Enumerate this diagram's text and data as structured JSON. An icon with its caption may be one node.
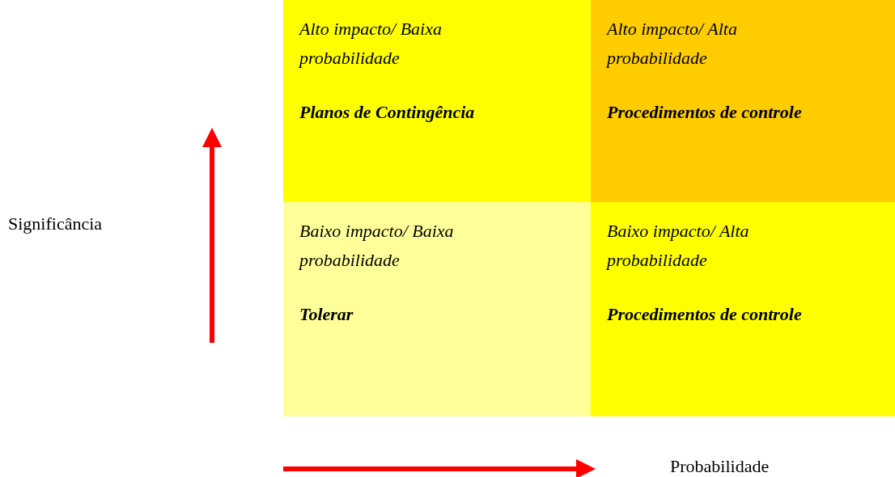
{
  "diagram": {
    "nodes": [
      {
        "text": [
          "Alto impacto/ Baixa probabilidade",
          "Planos de Contingência"
        ]
      },
      {
        "text": [
          "Alto impacto/ Alta probabilidade",
          "Procedimentos de controle"
        ]
      },
      {
        "text": [
          "Baixo impacto/ Baixa probabilidade",
          "Tolerar"
        ]
      },
      {
        "text": [
          "Baixo impacto/ Alta probabilidade",
          "Procedimentos de controle"
        ]
      }
    ],
    "labels": [
      "Significância",
      "Probabilidade"
    ]
  }
}
